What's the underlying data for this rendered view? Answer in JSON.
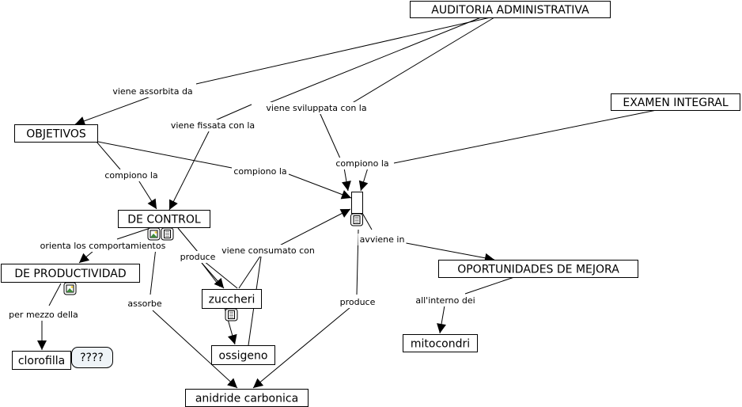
{
  "concepts": [
    {
      "id": "auditoria",
      "label": "AUDITORIA ADMINISTRATIVA"
    },
    {
      "id": "examen",
      "label": "EXAMEN INTEGRAL"
    },
    {
      "id": "objetivos",
      "label": "OBJETIVOS"
    },
    {
      "id": "control",
      "label": "DE CONTROL",
      "resources": [
        "image-icon",
        "document-icon"
      ]
    },
    {
      "id": "empty",
      "label": "",
      "resources": [
        "document-icon"
      ]
    },
    {
      "id": "productividad",
      "label": "DE PRODUCTIVIDAD",
      "resources": [
        "image-icon"
      ]
    },
    {
      "id": "oportunidades",
      "label": "OPORTUNIDADES DE MEJORA"
    },
    {
      "id": "zuccheri",
      "label": "zuccheri",
      "resources": [
        "document-icon"
      ]
    },
    {
      "id": "ossigeno",
      "label": "ossigeno"
    },
    {
      "id": "clorofilla",
      "label": "clorofilla"
    },
    {
      "id": "mitocondri",
      "label": "mitocondri"
    },
    {
      "id": "anidride",
      "label": "anidride carbonica"
    }
  ],
  "notes": [
    {
      "id": "note-clorofilla",
      "label": "????"
    }
  ],
  "link_labels": [
    {
      "id": "l-assorbita",
      "label": "viene assorbita da"
    },
    {
      "id": "l-fissata",
      "label": "viene fissata con la"
    },
    {
      "id": "l-sviluppata",
      "label": "viene sviluppata con la"
    },
    {
      "id": "l-compiono1",
      "label": "compiono la"
    },
    {
      "id": "l-compiono2",
      "label": "compiono la"
    },
    {
      "id": "l-compiono3",
      "label": "compiono la"
    },
    {
      "id": "l-orienta",
      "label": "orienta los comportamientos"
    },
    {
      "id": "l-produce1",
      "label": "produce"
    },
    {
      "id": "l-consumato",
      "label": "viene consumato con"
    },
    {
      "id": "l-avviene",
      "label": "avviene in"
    },
    {
      "id": "l-permezzo",
      "label": "per mezzo della"
    },
    {
      "id": "l-assorbe",
      "label": "assorbe"
    },
    {
      "id": "l-produce2",
      "label": "produce"
    },
    {
      "id": "l-allinterno",
      "label": "all'interno dei"
    }
  ],
  "connections": [
    {
      "from": "auditoria",
      "via": "l-assorbita",
      "to": [
        "objetivos"
      ]
    },
    {
      "from": "auditoria",
      "via": "l-fissata",
      "to": [
        "control"
      ]
    },
    {
      "from": "auditoria",
      "via": "l-sviluppata",
      "to": [
        "empty"
      ]
    },
    {
      "from": "objetivos",
      "via": "l-compiono1",
      "to": [
        "control"
      ]
    },
    {
      "from": "objetivos",
      "via": "l-compiono2",
      "to": [
        "empty"
      ]
    },
    {
      "from": "examen",
      "via": "l-compiono3",
      "to": [
        "empty"
      ]
    },
    {
      "from": "control",
      "via": "l-orienta",
      "to": [
        "productividad"
      ]
    },
    {
      "from": "control",
      "via": "l-produce1",
      "to": [
        "zuccheri",
        "ossigeno"
      ]
    },
    {
      "from": "control",
      "via": "l-assorbe",
      "to": [
        "anidride"
      ]
    },
    {
      "from": "zuccheri",
      "via": "l-consumato",
      "to": [
        "empty"
      ]
    },
    {
      "from": "ossigeno",
      "via": "l-consumato",
      "to": [
        "empty"
      ]
    },
    {
      "from": "empty",
      "via": "l-avviene",
      "to": [
        "oportunidades"
      ]
    },
    {
      "from": "empty",
      "via": "l-produce2",
      "to": [
        "anidride"
      ]
    },
    {
      "from": "productividad",
      "via": "l-permezzo",
      "to": [
        "clorofilla"
      ]
    },
    {
      "from": "oportunidades",
      "via": "l-allinterno",
      "to": [
        "mitocondri"
      ]
    }
  ]
}
